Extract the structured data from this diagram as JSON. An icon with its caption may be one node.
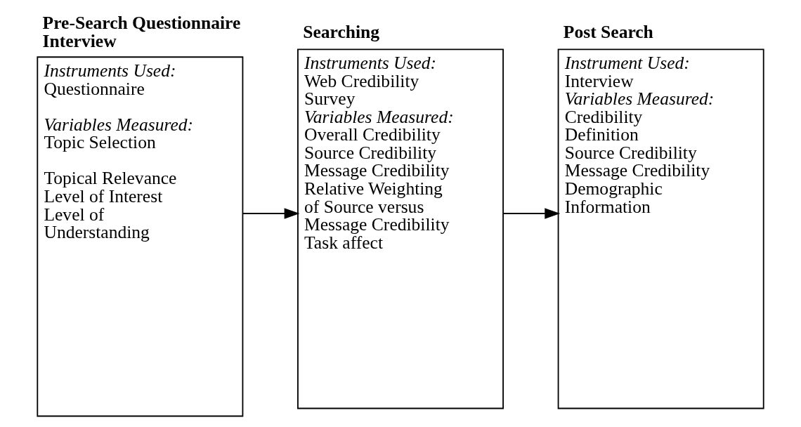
{
  "diagram": {
    "nodes": [
      {
        "text": [
          "Pre-Search Questionnaire Interview",
          "Instruments Used:",
          "Questionnaire",
          "Variables Measured:",
          "Topic Selection",
          "Topical Relevance",
          "Level of Interest",
          "Level of Understanding"
        ]
      },
      {
        "text": [
          "Searching",
          "Instruments Used:",
          "Web Credibility Survey",
          "Variables Measured:",
          "Overall Credibility",
          "Source Credibility",
          "Message Credibility",
          "Relative Weighting of Source versus Message Credibility",
          "Task affect"
        ]
      },
      {
        "text": [
          "Post Search",
          "Instrument Used:",
          "Interview",
          "Variables Measured:",
          "Credibility Definition",
          "Source Credibility",
          "Message Credibility",
          "Demographic Information"
        ]
      }
    ],
    "edges": [
      {
        "from": 0,
        "to": 1,
        "arrow": "to"
      },
      {
        "from": 1,
        "to": 2,
        "arrow": "to"
      }
    ]
  }
}
